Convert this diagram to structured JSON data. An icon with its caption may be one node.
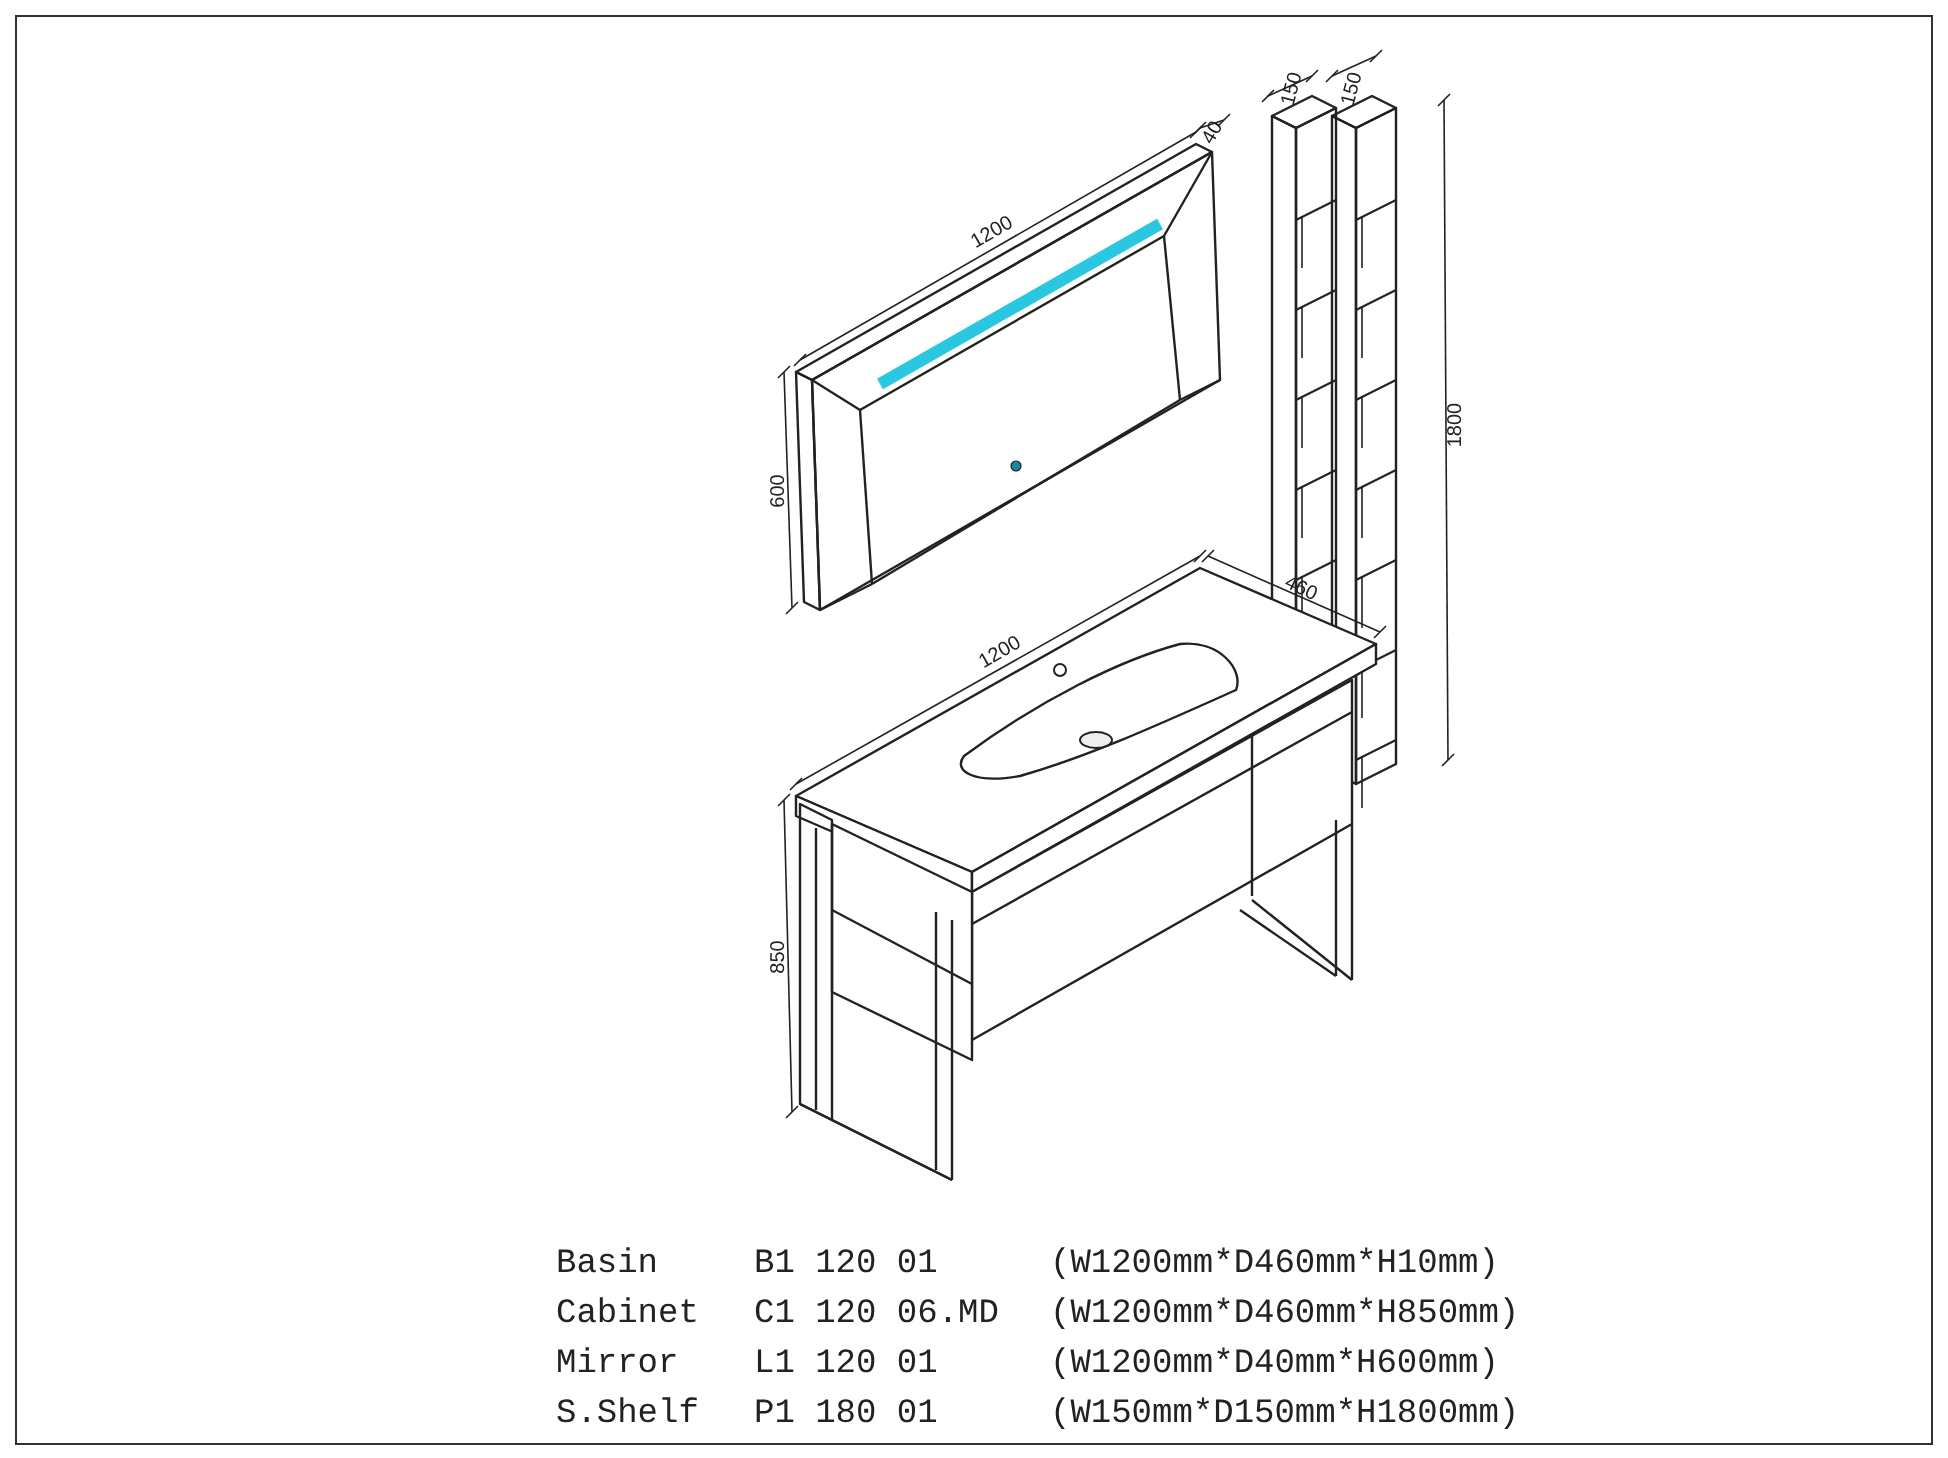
{
  "diagram": {
    "labels": [
      "40",
      "1200",
      "600",
      "150",
      "150",
      "1800",
      "460",
      "1200",
      "850",
      "Basin",
      "B1 120 01",
      "(W1200mm*D460mm*H10mm)",
      "Cabinet",
      "C1 120 06.MD",
      "(W1200mm*D460mm*H850mm)",
      "Mirror",
      "L1 120 01",
      "(W1200mm*D40mm*H600mm)",
      "S.Shelf",
      "P1 180 01",
      "(W150mm*D150mm*H1800mm)"
    ]
  }
}
